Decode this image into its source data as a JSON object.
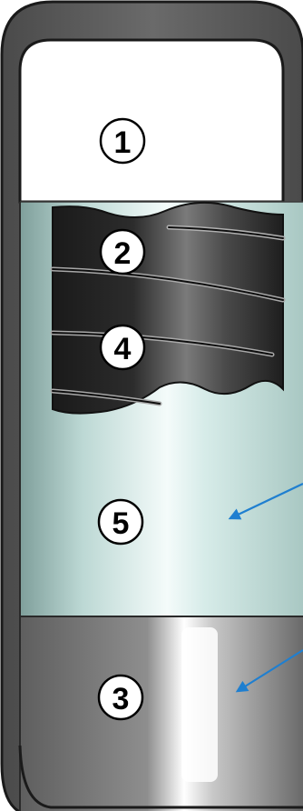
{
  "diagram": {
    "callouts": [
      {
        "id": "1",
        "label": "1"
      },
      {
        "id": "2",
        "label": "2"
      },
      {
        "id": "4",
        "label": "4"
      },
      {
        "id": "5",
        "label": "5"
      },
      {
        "id": "3",
        "label": "3"
      }
    ],
    "colors": {
      "frame": "#555555",
      "frame_outline": "#1a1a1a",
      "liquid_light": "#eef8f7",
      "liquid_dark": "#7f9f9b",
      "layer_dark": "#1c1c1c",
      "layer_mid": "#6e6e6e",
      "base_gray": "#8a8a8a",
      "arrow": "#1f7fd0"
    }
  }
}
